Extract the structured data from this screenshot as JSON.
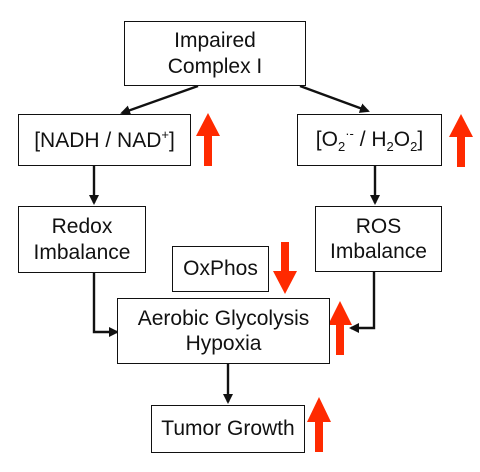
{
  "nodes": {
    "complex": {
      "line1": "Impaired",
      "line2": "Complex I"
    },
    "nadh": {
      "prefix": "[NADH / NAD",
      "sup": "+",
      "suffix": "]"
    },
    "o2": {
      "p1": "[O",
      "sub1": "2",
      "sup1": "·-",
      "p2": " / H",
      "sub2": "2",
      "p3": "O",
      "sub3": "2",
      "p4": "]"
    },
    "redox": {
      "line1": "Redox",
      "line2": "Imbalance"
    },
    "ros": {
      "line1": "ROS",
      "line2": "Imbalance"
    },
    "oxphos": {
      "label": "OxPhos"
    },
    "aerobic": {
      "line1": "Aerobic Glycolysis",
      "line2": "Hypoxia"
    },
    "tumor": {
      "label": "Tumor Growth"
    }
  },
  "indicators": {
    "nadh": "up",
    "o2": "up",
    "oxphos": "down",
    "aerobic": "up",
    "tumor": "up"
  },
  "colors": {
    "indicator": "#ff2a00",
    "line": "#111111"
  }
}
